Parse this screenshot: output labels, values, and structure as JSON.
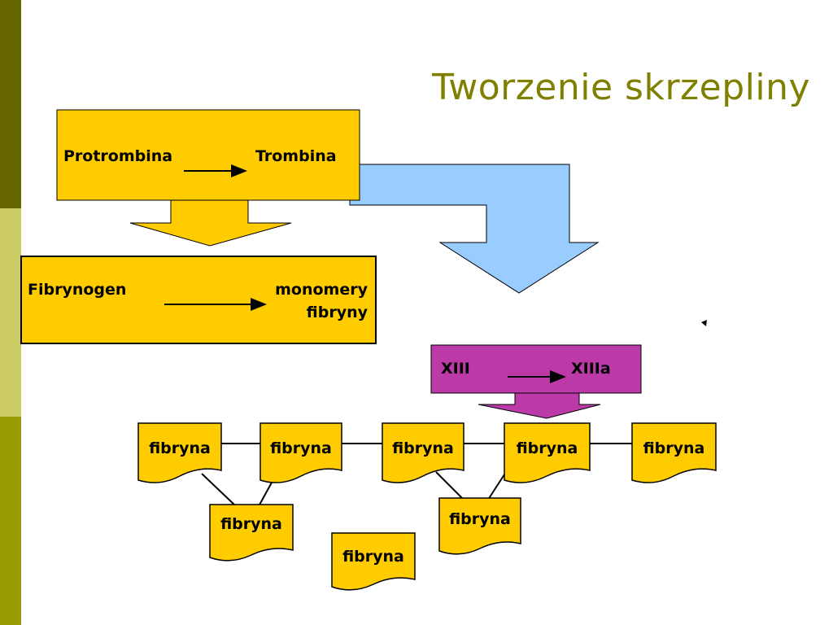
{
  "slide": {
    "title": "Tworzenie skrzepliny"
  },
  "colors": {
    "accent_dark": "#666600",
    "accent_light": "#cccc66",
    "accent_mid": "#999900",
    "title": "#7f7f00",
    "box_fill": "#ffcc00",
    "arrow_blue": "#99ccff",
    "box_purple": "#bb3aa8"
  },
  "diagram": {
    "box1": {
      "left_label": "Protrombina",
      "right_label": "Trombina"
    },
    "box2": {
      "left_label": "Fibrynogen",
      "right_label_line1": "monomery",
      "right_label_line2": "fibryny"
    },
    "box3": {
      "left_label": "XIII",
      "right_label": "XIIIa"
    },
    "fibrin_nodes": [
      "fibryna",
      "fibryna",
      "fibryna",
      "fibryna",
      "fibryna",
      "fibryna",
      "fibryna",
      "fibryna"
    ]
  }
}
